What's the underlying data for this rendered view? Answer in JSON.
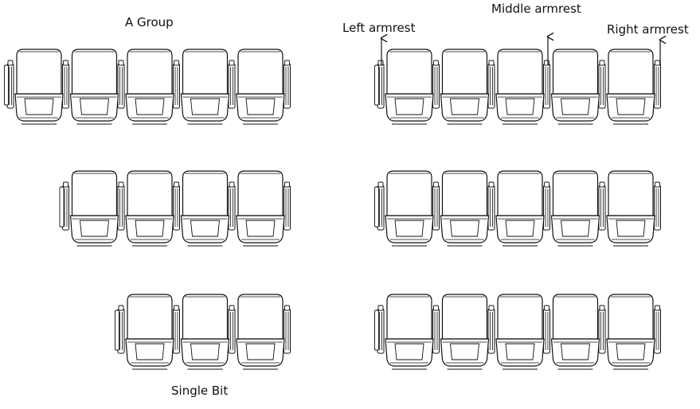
{
  "labels": {
    "a_group": "A Group",
    "single_bit": "Single Bit",
    "left_armrest": "Left armrest",
    "middle_armrest": "Middle armrest",
    "right_armrest": "Right armrest"
  },
  "diagram": {
    "left_section_rows": [
      {
        "seats": 5
      },
      {
        "seats": 4
      },
      {
        "seats": 3
      }
    ],
    "right_section_rows": [
      {
        "seats": 5
      },
      {
        "seats": 5
      },
      {
        "seats": 5
      }
    ]
  },
  "colors": {
    "line": "#111111",
    "background": "#ffffff"
  }
}
